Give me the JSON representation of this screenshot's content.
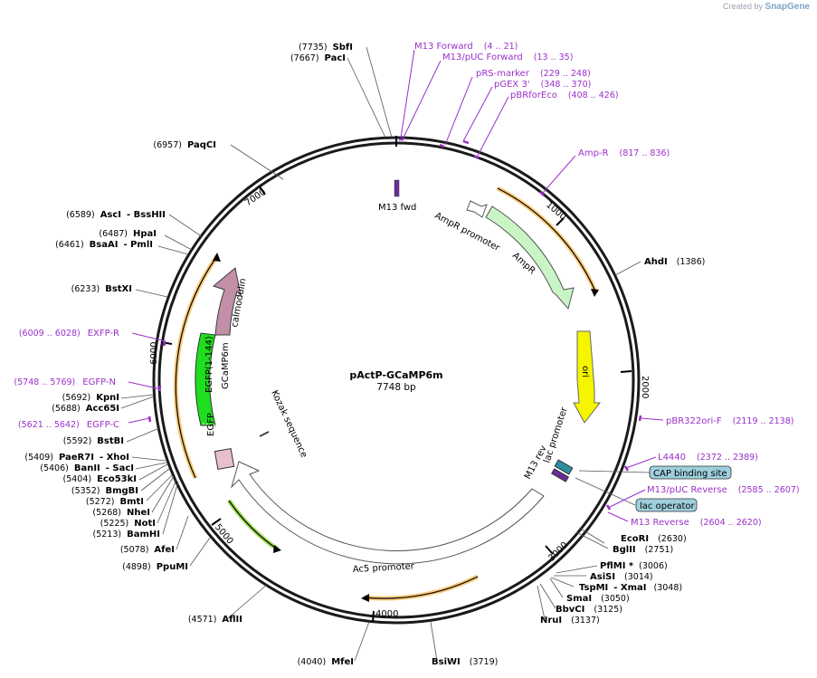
{
  "credit": {
    "prefix": "Created by",
    "brand": "SnapGene"
  },
  "plasmid": {
    "name": "pActP-GCaMP6m",
    "length_label": "7748 bp"
  },
  "ticks": [
    "1000",
    "2000",
    "3000",
    "4000",
    "5000",
    "6000",
    "7000"
  ],
  "features": {
    "m13fwd": "M13 fwd",
    "ampr_promoter": "AmpR promoter",
    "ampr": "AmpR",
    "ori": "ori",
    "lac_promoter": "lac promoter",
    "m13rev": "M13 rev",
    "ac5": "Ac5 promoter",
    "kozak": "Kozak sequence",
    "gcamp": "GCaMP6m",
    "calmodulin": "calmodulin",
    "egfp": "EGFP(1-144)",
    "egfp2": "EGFP"
  },
  "enzymes_left": [
    {
      "pos": "(7735)",
      "name": "SbfI"
    },
    {
      "pos": "(7667)",
      "name": "PacI"
    },
    {
      "pos": "(6957)",
      "name": "PaqCI"
    },
    {
      "pos": "(6589)",
      "name": "AscI",
      "name2": "- BssHII"
    },
    {
      "pos": "(6487)",
      "name": "HpaI"
    },
    {
      "pos": "(6461)",
      "name": "BsaAI",
      "name2": "- PmlI"
    },
    {
      "pos": "(6233)",
      "name": "BstXI"
    },
    {
      "pos": "(5692)",
      "name": "KpnI"
    },
    {
      "pos": "(5688)",
      "name": "Acc65I"
    },
    {
      "pos": "(5592)",
      "name": "BstBI"
    },
    {
      "pos": "(5409)",
      "name": "PaeR7I",
      "name2": "- XhoI"
    },
    {
      "pos": "(5406)",
      "name": "BanII",
      "name2": "- SacI"
    },
    {
      "pos": "(5404)",
      "name": "Eco53kI"
    },
    {
      "pos": "(5352)",
      "name": "BmgBI"
    },
    {
      "pos": "(5272)",
      "name": "BmtI"
    },
    {
      "pos": "(5268)",
      "name": "NheI"
    },
    {
      "pos": "(5225)",
      "name": "NotI"
    },
    {
      "pos": "(5213)",
      "name": "BamHI"
    },
    {
      "pos": "(5078)",
      "name": "AfeI"
    },
    {
      "pos": "(4898)",
      "name": "PpuMI"
    },
    {
      "pos": "(4571)",
      "name": "AflII"
    },
    {
      "pos": "(4040)",
      "name": "MfeI"
    }
  ],
  "enzymes_right": [
    {
      "name": "AhdI",
      "pos": "(1386)"
    },
    {
      "name": "EcoRI",
      "pos": "(2630)"
    },
    {
      "name": "BglII",
      "pos": "(2751)"
    },
    {
      "name": "PflMI *",
      "pos": "(3006)"
    },
    {
      "name": "AsiSI",
      "pos": "(3014)"
    },
    {
      "name": "TspMI",
      "name2": "- XmaI",
      "pos": "(3048)"
    },
    {
      "name": "SmaI",
      "pos": "(3050)"
    },
    {
      "name": "BbvCI",
      "pos": "(3125)"
    },
    {
      "name": "NruI",
      "pos": "(3137)"
    },
    {
      "name": "BsiWI",
      "pos": "(3719)"
    }
  ],
  "primers": [
    {
      "name": "M13 Forward",
      "range": "(4 .. 21)"
    },
    {
      "name": "M13/pUC Forward",
      "range": "(13 .. 35)"
    },
    {
      "name": "pRS-marker",
      "range": "(229 .. 248)"
    },
    {
      "name": "pGEX 3'",
      "range": "(348 .. 370)"
    },
    {
      "name": "pBRforEco",
      "range": "(408 .. 426)"
    },
    {
      "name": "Amp-R",
      "range": "(817 .. 836)"
    },
    {
      "name": "pBR322ori-F",
      "range": "(2119 .. 2138)"
    },
    {
      "name": "L4440",
      "range": "(2372 .. 2389)"
    },
    {
      "name": "M13/pUC Reverse",
      "range": "(2585 .. 2607)"
    },
    {
      "name": "M13 Reverse",
      "range": "(2604 .. 2620)"
    },
    {
      "name": "EXFP-R",
      "range": "(6009 .. 6028)"
    },
    {
      "name": "EGFP-N",
      "range": "(5748 .. 5769)"
    },
    {
      "name": "EGFP-C",
      "range": "(5621 .. 5642)"
    }
  ],
  "boxed": {
    "cap": "CAP binding site",
    "lac_operator": "lac operator"
  },
  "colors": {
    "backbone": "#1a1a1a",
    "primer": "#9b2fc9",
    "ampr": "#c9f5c6",
    "ori": "#f5f500",
    "orf_orange": "#f6a623",
    "egfp": "#1fdd1f",
    "calmodulin": "#c08aa3",
    "box_fill": "#9ecfdc"
  }
}
